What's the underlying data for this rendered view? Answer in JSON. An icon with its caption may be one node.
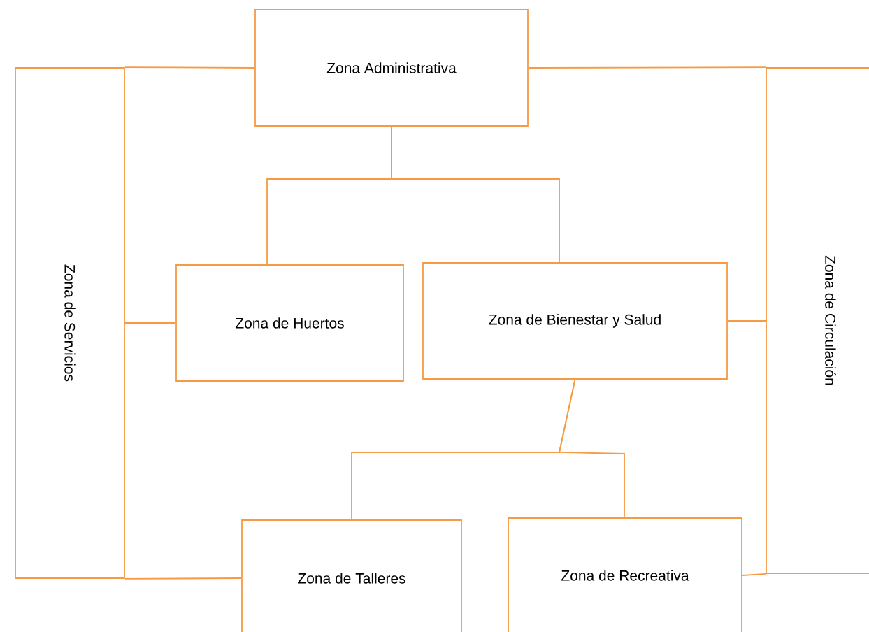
{
  "diagram": {
    "nodes": [
      {
        "text": [
          "Zona Administrativa"
        ]
      },
      {
        "text": [
          "Zona de Servicios"
        ]
      },
      {
        "text": [
          "Zona de Huertos"
        ]
      },
      {
        "text": [
          "Zona de Bienestar y Salud"
        ]
      },
      {
        "text": [
          "Zona de Circulación"
        ]
      },
      {
        "text": [
          "Zona de Talleres"
        ]
      },
      {
        "text": [
          "Zona de Recreativa"
        ]
      }
    ],
    "edges": [
      {
        "from": 0,
        "to": 1,
        "arrow": "none"
      },
      {
        "from": 0,
        "to": 4,
        "arrow": "none"
      },
      {
        "from": 0,
        "to": 2,
        "arrow": "none"
      },
      {
        "from": 0,
        "to": 3,
        "arrow": "none"
      },
      {
        "from": 1,
        "to": 2,
        "arrow": "none"
      },
      {
        "from": 1,
        "to": 5,
        "arrow": "none"
      },
      {
        "from": 3,
        "to": 4,
        "arrow": "none"
      },
      {
        "from": 3,
        "to": 5,
        "arrow": "none"
      },
      {
        "from": 3,
        "to": 6,
        "arrow": "none"
      },
      {
        "from": 6,
        "to": 4,
        "arrow": "none"
      }
    ]
  }
}
